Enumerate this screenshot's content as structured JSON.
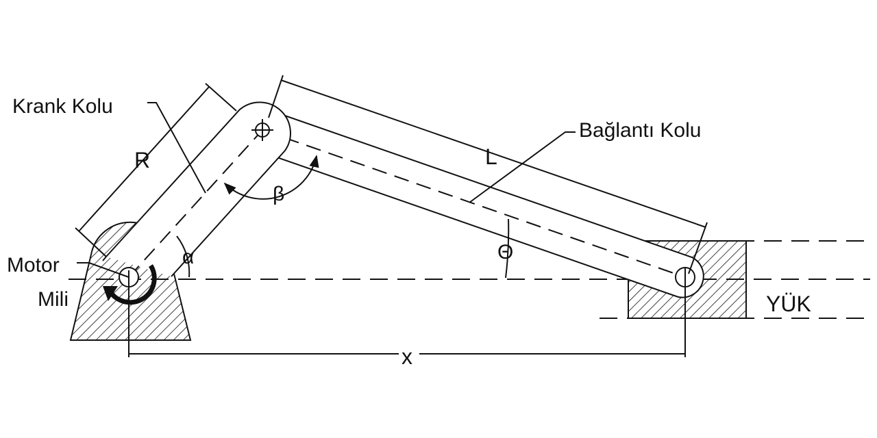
{
  "labels": {
    "crank_arm": "Krank Kolu",
    "connecting_rod": "Bağlantı Kolu",
    "motor_line1": "Motor",
    "motor_line2": "Mili",
    "radius": "R",
    "rod_length": "L",
    "displacement": "x",
    "load": "YÜK",
    "alpha": "α",
    "beta": "β",
    "theta": "Θ"
  },
  "colors": {
    "ink": "#111111",
    "background": "#ffffff"
  }
}
